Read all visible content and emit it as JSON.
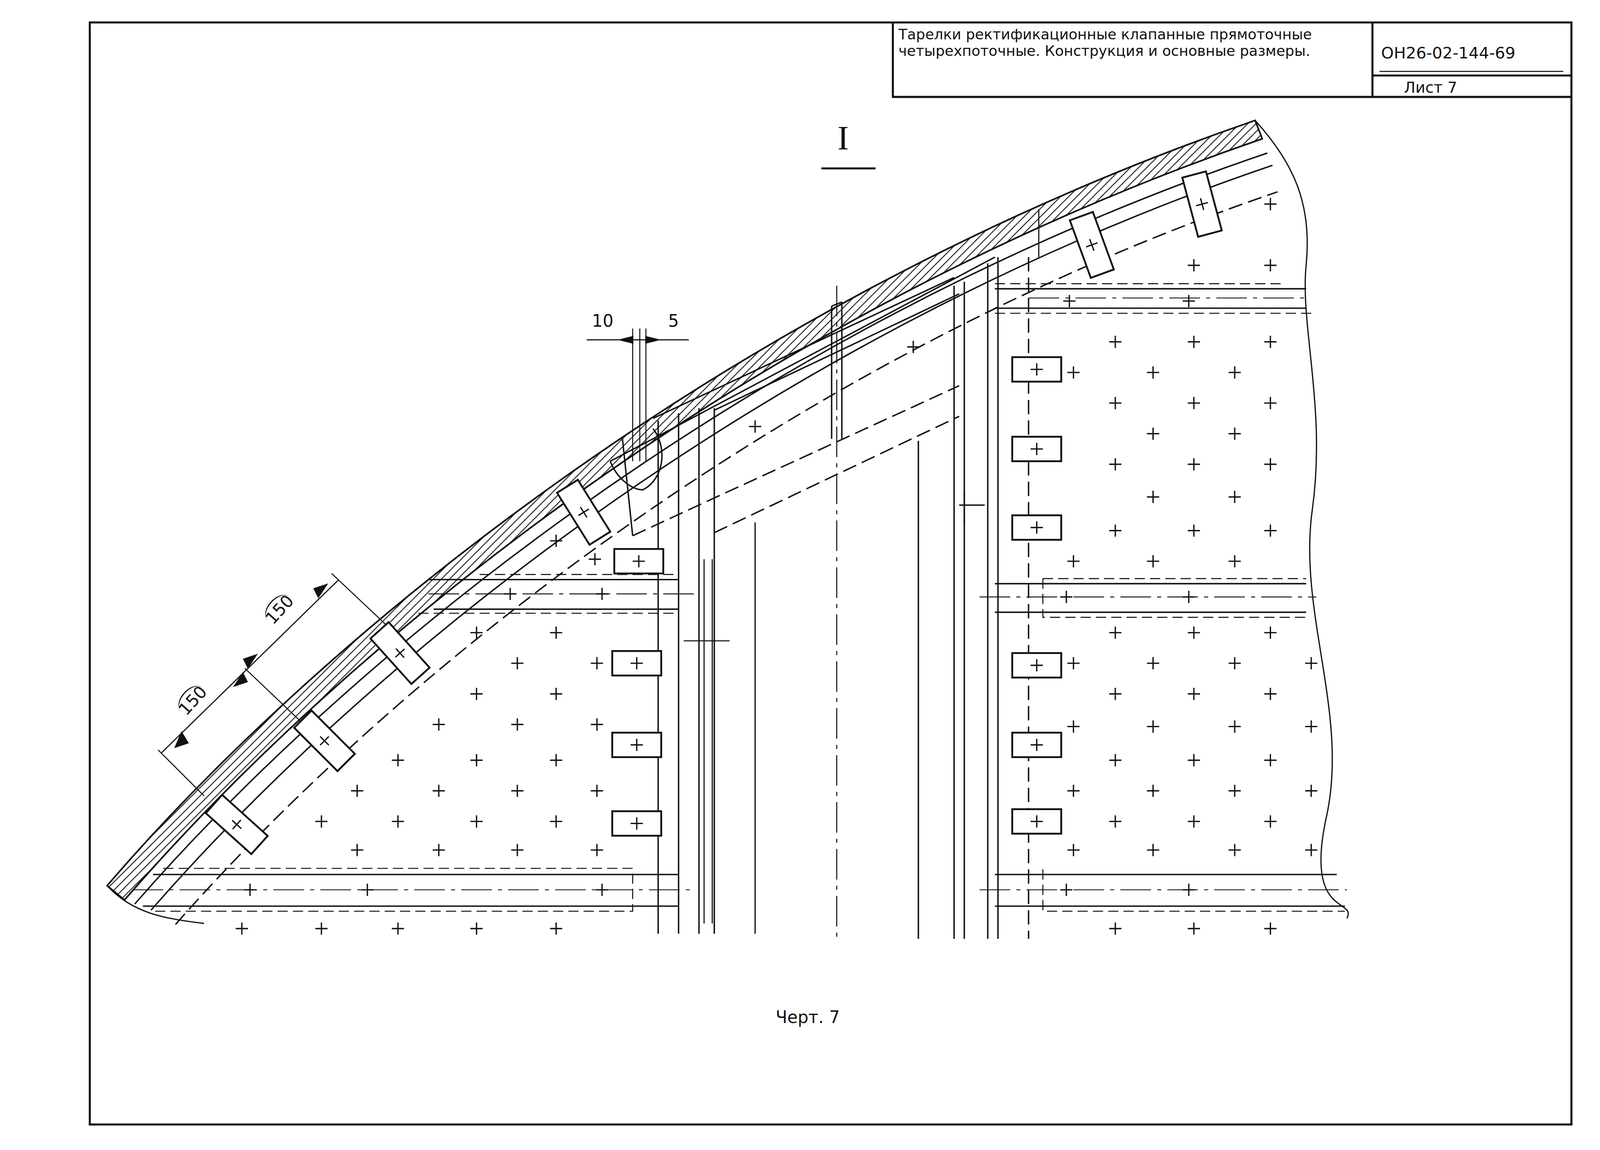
{
  "diagram": {
    "title": "Тарелки ректификационные клапанные прямоточные четырехпоточные. Конструкция и основные размеры.",
    "caption": "Черт. 7",
    "labels": [
      "ОН26-02-144-69",
      "Лист 7",
      "I",
      "10",
      "5",
      "150",
      "150"
    ]
  }
}
